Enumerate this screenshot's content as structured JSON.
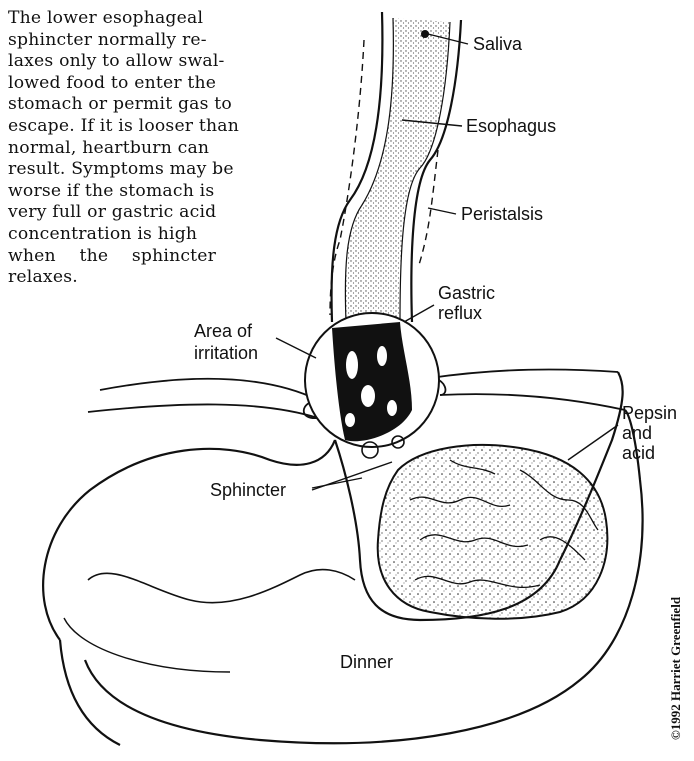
{
  "caption": {
    "lines": [
      "The lower esophageal",
      "sphincter normally re-",
      "laxes only to allow swal-",
      "lowed food to enter the",
      "stomach or permit gas to",
      "escape. If it is looser than",
      "normal, heartburn can",
      "result. Symptoms may be",
      "worse if the stomach is",
      "very full or gastric acid",
      "concentration is high",
      "when the sphincter",
      "relaxes."
    ]
  },
  "labels": {
    "saliva": "Saliva",
    "esophagus": "Esophagus",
    "peristalsis": "Peristalsis",
    "gastric_reflux": [
      "Gastric",
      "reflux"
    ],
    "area_of_irritation": [
      "Area of",
      "irritation"
    ],
    "pepsin_and_acid": [
      "Pepsin",
      "and",
      "acid"
    ],
    "sphincter": "Sphincter",
    "dinner": "Dinner"
  },
  "credit": "©1992 Harriet Greenfield"
}
